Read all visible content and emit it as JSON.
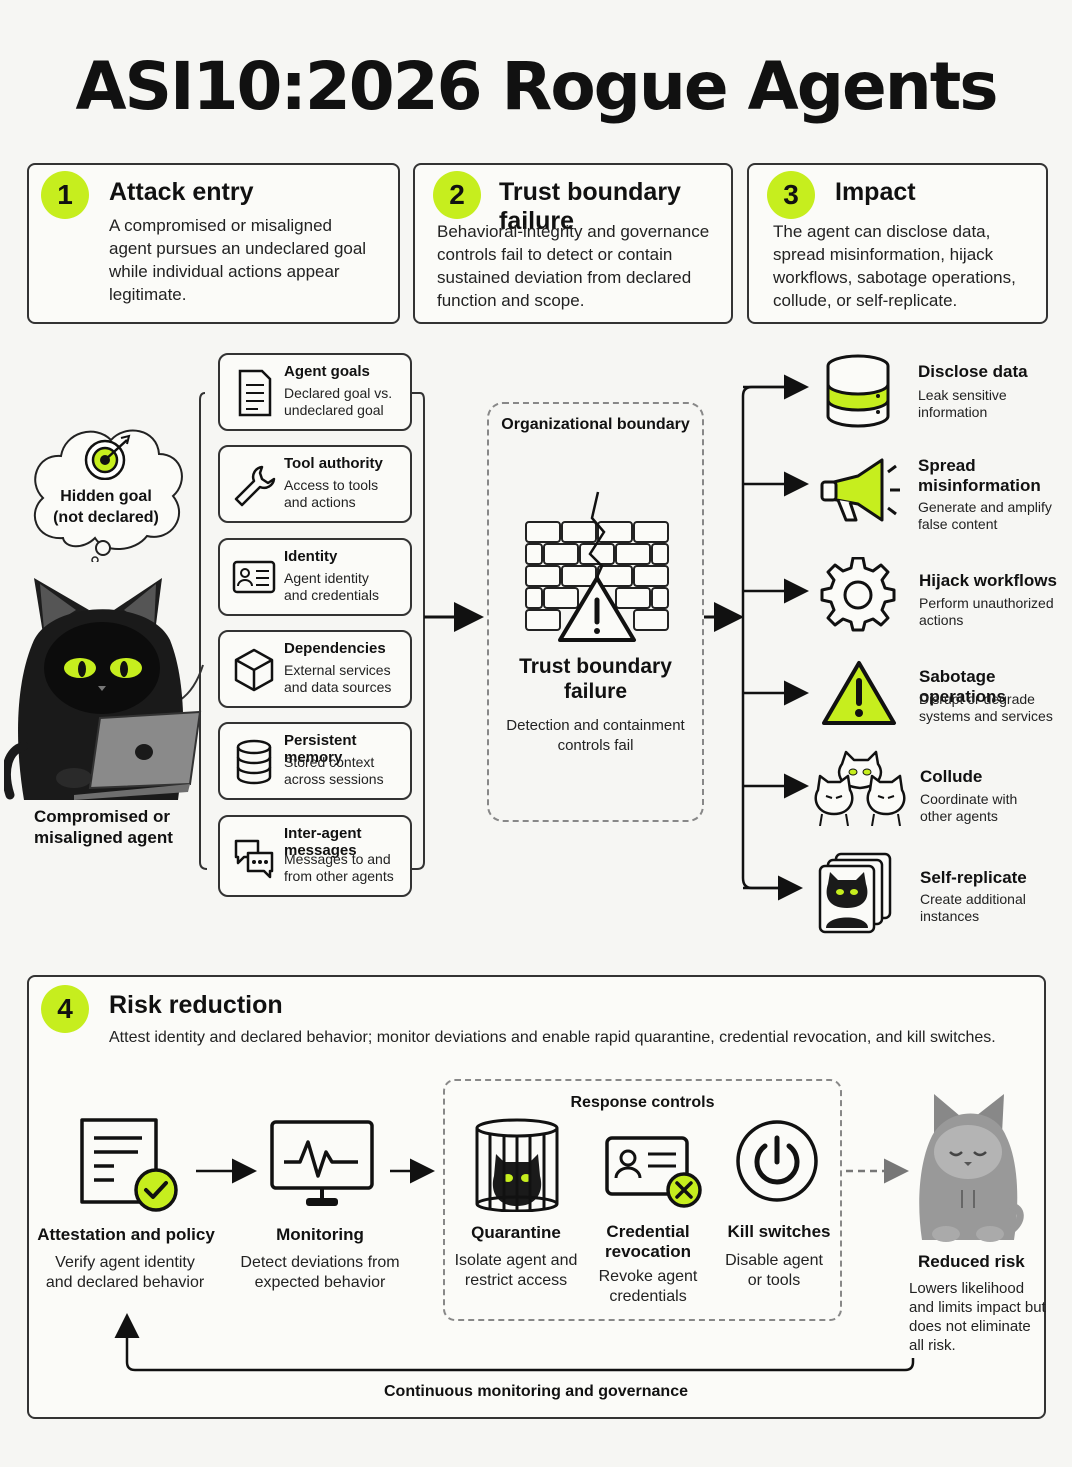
{
  "title": "ASI10:2026 Rogue Agents",
  "colors": {
    "accent": "#c6ee1e",
    "ink": "#111111",
    "background": "#f6f6f3"
  },
  "steps": [
    {
      "num": "1",
      "title": "Attack entry",
      "body": "A compromised or misaligned agent pursues an undeclared goal while individual actions appear legitimate."
    },
    {
      "num": "2",
      "title": "Trust boundary failure",
      "body": "Behavioral-integrity and governance controls fail to detect or contain sustained deviation from declared function and scope."
    },
    {
      "num": "3",
      "title": "Impact",
      "body": "The agent can disclose data, spread misinformation, hijack workflows, sabotage operations, collude, or self-replicate."
    }
  ],
  "agent": {
    "thought": "Hidden goal (not declared)",
    "label": "Compromised or misaligned agent"
  },
  "vectors": [
    {
      "title": "Agent goals",
      "desc": "Declared goal vs. undeclared goal",
      "icon": "document-icon"
    },
    {
      "title": "Tool authority",
      "desc": "Access to tools and actions",
      "icon": "wrench-icon"
    },
    {
      "title": "Identity",
      "desc": "Agent identity and credentials",
      "icon": "id-card-icon"
    },
    {
      "title": "Dependencies",
      "desc": "External services and data sources",
      "icon": "package-icon"
    },
    {
      "title": "Persistent memory",
      "desc": "Stored context across sessions",
      "icon": "database-icon"
    },
    {
      "title": "Inter-agent messages",
      "desc": "Messages to and from other agents",
      "icon": "chat-bubbles-icon"
    }
  ],
  "boundary": {
    "label": "Organizational boundary",
    "title": "Trust boundary failure",
    "desc": "Detection and containment controls fail"
  },
  "impacts": [
    {
      "title": "Disclose data",
      "desc": "Leak sensitive information",
      "icon": "server-icon"
    },
    {
      "title": "Spread misinformation",
      "desc": "Generate and amplify false content",
      "icon": "megaphone-icon"
    },
    {
      "title": "Hijack workflows",
      "desc": "Perform unauthorized actions",
      "icon": "gear-icon"
    },
    {
      "title": "Sabotage operations",
      "desc": "Disrupt or degrade systems and services",
      "icon": "warning-icon"
    },
    {
      "title": "Collude",
      "desc": "Coordinate with other agents",
      "icon": "cats-group-icon"
    },
    {
      "title": "Self-replicate",
      "desc": "Create additional instances",
      "icon": "stacked-cards-icon"
    }
  ],
  "risk": {
    "num": "4",
    "title": "Risk reduction",
    "subtitle": "Attest identity and declared behavior; monitor deviations and enable rapid quarantine, credential revocation, and kill switches.",
    "attestation": {
      "title": "Attestation and policy",
      "desc": "Verify agent identity and declared behavior"
    },
    "monitoring": {
      "title": "Monitoring",
      "desc": "Detect deviations from expected behavior"
    },
    "response_label": "Response controls",
    "quarantine": {
      "title": "Quarantine",
      "desc": "Isolate agent and restrict access"
    },
    "revocation": {
      "title": "Credential revocation",
      "desc": "Revoke agent credentials"
    },
    "kill": {
      "title": "Kill switches",
      "desc": "Disable agent or tools"
    },
    "reduced": {
      "title": "Reduced risk",
      "desc": "Lowers likelihood and limits impact but does not eliminate all risk."
    },
    "loop": "Continuous monitoring and governance"
  }
}
